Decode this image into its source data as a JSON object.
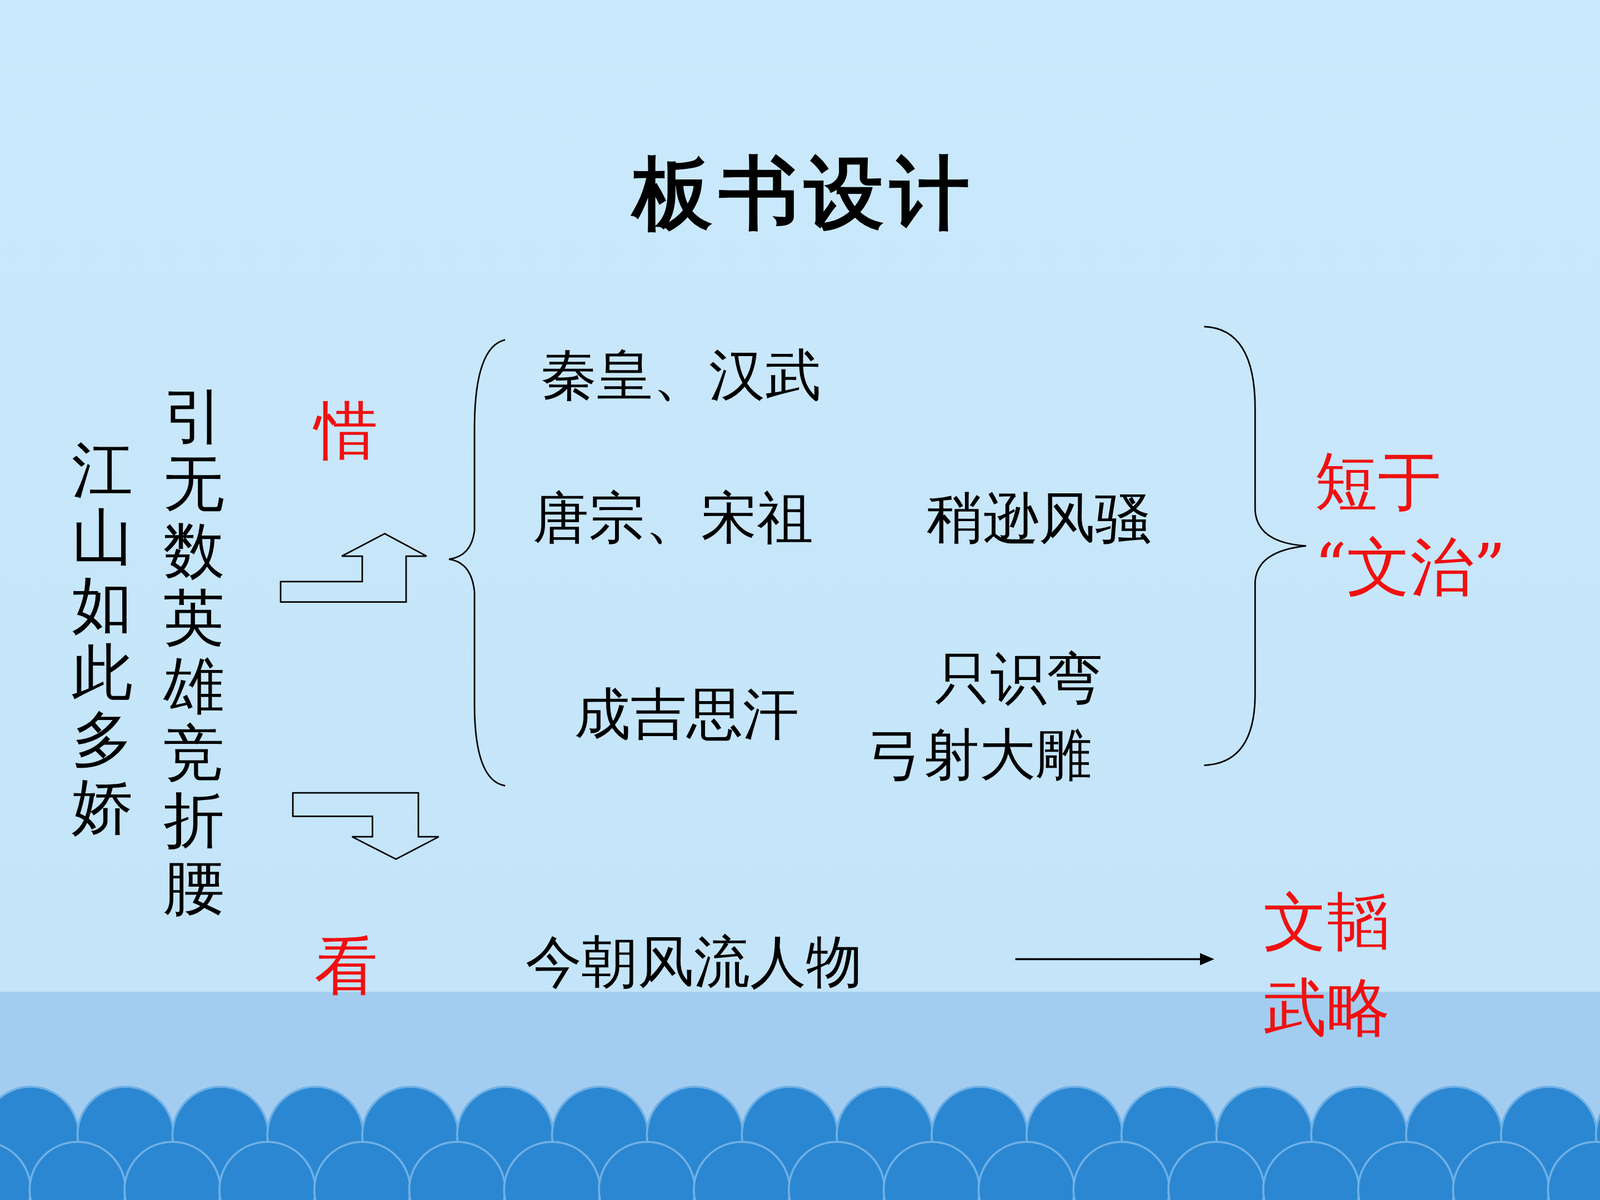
{
  "diagram": {
    "title": "板书设计",
    "labels": [
      "江山如此多娇",
      "引无数英雄竞折腰",
      "惜",
      "秦皇、汉武",
      "唐宗、宋祖",
      "稍逊风骚",
      "成吉思汗",
      "只识弯弓射大雕",
      "短于“文治”",
      "看",
      "今朝风流人物",
      "文韬武略"
    ]
  }
}
